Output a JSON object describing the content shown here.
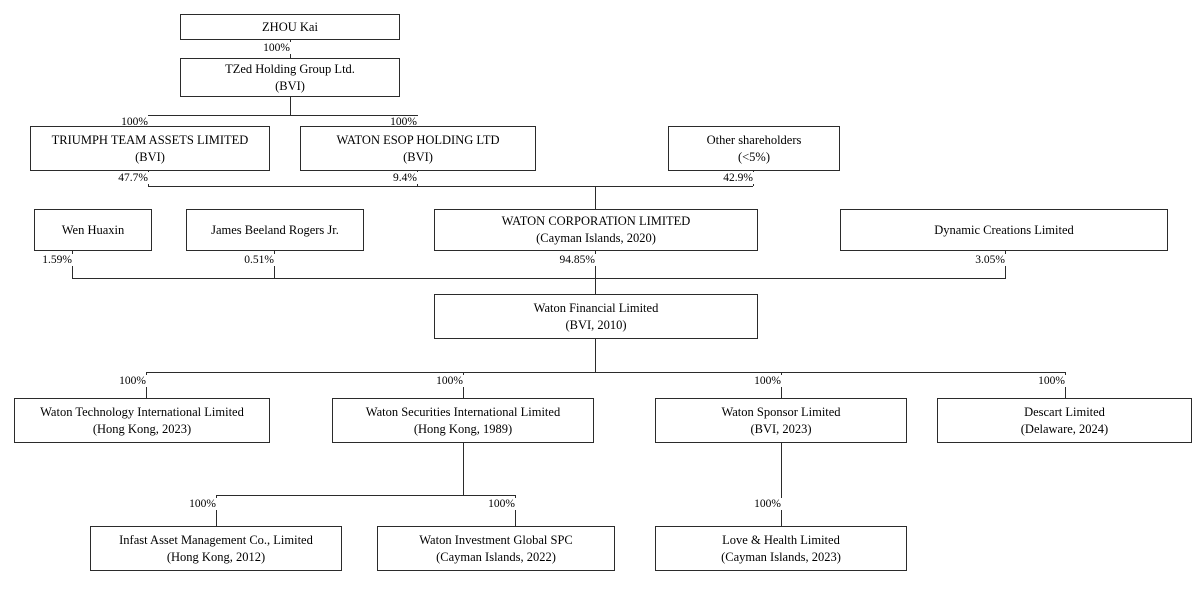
{
  "diagram": {
    "title": "Corporate ownership structure chart",
    "line_color": "#2b2b2b",
    "background": "#ffffff"
  },
  "nodes": {
    "zhou_kai": {
      "name": "ZHOU Kai",
      "detail": ""
    },
    "tzed": {
      "name": "TZed Holding Group Ltd.",
      "detail": "(BVI)"
    },
    "triumph": {
      "name": "TRIUMPH TEAM ASSETS LIMITED",
      "detail": "(BVI)"
    },
    "waton_esop": {
      "name": "WATON ESOP HOLDING LTD",
      "detail": "(BVI)"
    },
    "other_holders": {
      "name": "Other shareholders",
      "detail": "(<5%)"
    },
    "wen_huaxin": {
      "name": "Wen Huaxin",
      "detail": ""
    },
    "james_rogers": {
      "name": "James Beeland Rogers Jr.",
      "detail": ""
    },
    "waton_corp": {
      "name": "WATON CORPORATION LIMITED",
      "detail": "(Cayman Islands, 2020)"
    },
    "dynamic": {
      "name": "Dynamic Creations Limited",
      "detail": ""
    },
    "waton_financial": {
      "name": "Waton Financial Limited",
      "detail": "(BVI, 2010)"
    },
    "waton_tech": {
      "name": "Waton Technology International Limited",
      "detail": "(Hong Kong, 2023)"
    },
    "waton_sec": {
      "name": "Waton Securities International Limited",
      "detail": "(Hong Kong, 1989)"
    },
    "waton_sponsor": {
      "name": "Waton Sponsor Limited",
      "detail": "(BVI, 2023)"
    },
    "descart": {
      "name": "Descart Limited",
      "detail": "(Delaware, 2024)"
    },
    "infast": {
      "name": "Infast Asset Management Co., Limited",
      "detail": "(Hong Kong, 2012)"
    },
    "waton_invest": {
      "name": "Waton Investment Global SPC",
      "detail": "(Cayman Islands, 2022)"
    },
    "love_health": {
      "name": "Love & Health Limited",
      "detail": "(Cayman Islands, 2023)"
    }
  },
  "percentages": {
    "zhou_to_tzed": "100%",
    "tzed_to_triumph": "100%",
    "tzed_to_esop": "100%",
    "triumph_to_waton_corp": "47.7%",
    "esop_to_waton_corp": "9.4%",
    "other_to_waton_corp": "42.9%",
    "wen_to_financial": "1.59%",
    "rogers_to_financial": "0.51%",
    "waton_corp_to_financial": "94.85%",
    "dynamic_to_financial": "3.05%",
    "financial_to_tech": "100%",
    "financial_to_sec": "100%",
    "financial_to_sponsor": "100%",
    "financial_to_descart": "100%",
    "sec_to_infast": "100%",
    "sec_to_invest": "100%",
    "sponsor_to_love": "100%"
  }
}
